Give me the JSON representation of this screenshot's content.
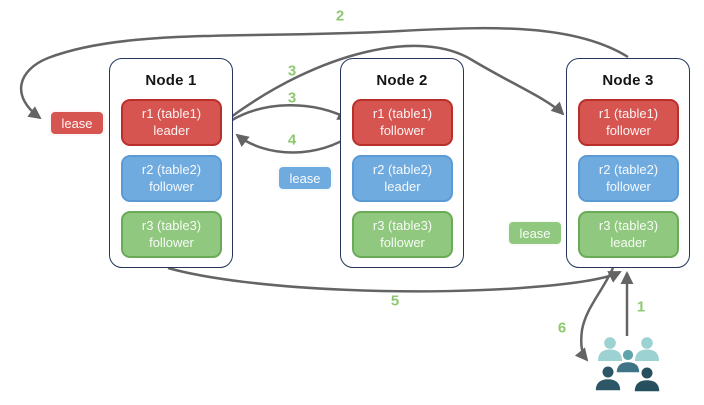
{
  "nodes": [
    {
      "title": "Node 1",
      "replicas": [
        {
          "id": "r1 (table1)",
          "role": "leader",
          "color": "#d65551"
        },
        {
          "id": "r2 (table2)",
          "role": "follower",
          "color": "#6fabdf"
        },
        {
          "id": "r3 (table3)",
          "role": "follower",
          "color": "#8fc87e"
        }
      ]
    },
    {
      "title": "Node 2",
      "replicas": [
        {
          "id": "r1 (table1)",
          "role": "follower",
          "color": "#d65551"
        },
        {
          "id": "r2 (table2)",
          "role": "leader",
          "color": "#6fabdf"
        },
        {
          "id": "r3 (table3)",
          "role": "follower",
          "color": "#8fc87e"
        }
      ]
    },
    {
      "title": "Node 3",
      "replicas": [
        {
          "id": "r1 (table1)",
          "role": "follower",
          "color": "#d65551"
        },
        {
          "id": "r2 (table2)",
          "role": "follower",
          "color": "#6fabdf"
        },
        {
          "id": "r3 (table3)",
          "role": "leader",
          "color": "#8fc87e"
        }
      ]
    }
  ],
  "leases": [
    {
      "label": "lease",
      "color": "#d65551"
    },
    {
      "label": "lease",
      "color": "#6fabdf"
    },
    {
      "label": "lease",
      "color": "#8fc87e"
    }
  ],
  "steps": {
    "s1": "1",
    "s2": "2",
    "s3a": "3",
    "s3b": "3",
    "s4": "4",
    "s5": "5",
    "s6": "6"
  },
  "icons": {
    "users": "users-group-icon"
  },
  "colors": {
    "replica_red": "#d65551",
    "replica_red_border": "#b92f2a",
    "replica_blue": "#6fabdf",
    "replica_blue_border": "#5b9bd5",
    "replica_green": "#8fc87e",
    "replica_green_border": "#6aab58",
    "node_border": "#25365a",
    "arrow": "#646464",
    "step_label": "#8ec871",
    "users_light_teal": "#9cd2d2",
    "users_medium_teal": "#5fa3ad",
    "users_medium_body": "#3e7486",
    "users_dark_teal": "#2d5767"
  }
}
